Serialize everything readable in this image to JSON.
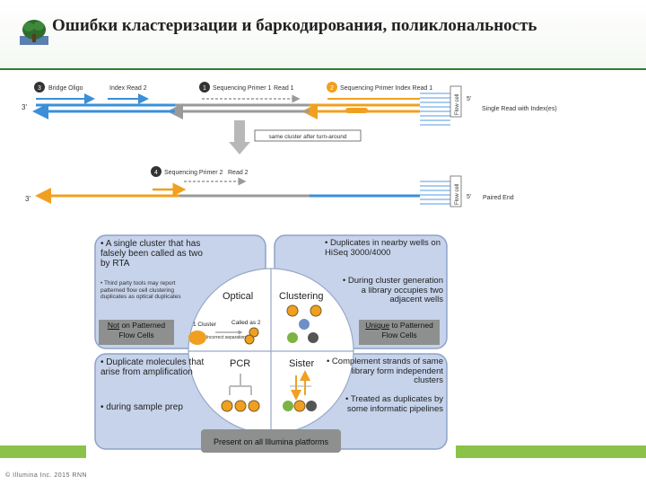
{
  "page": {
    "title": "Ошибки кластеризации и баркодирования, поликлональность",
    "footer": "© Illumina Inc. 2015 RNN"
  },
  "flow": {
    "top_labels": {
      "step3": "3",
      "bridge_oligo": "Bridge Oligo",
      "index_read2": "Index Read 2",
      "step1": "1",
      "seq_primer1": "Sequencing Primer 1",
      "read1": "Read 1",
      "step2": "2",
      "seq_primer_index1": "Sequencing Primer Index Read 1"
    },
    "end_3_top": "3'",
    "end_5_top": "5'",
    "flow_cell_top": "Flow cell",
    "single_read_label": "Single Read with Index(es)",
    "turnaround_label": "same cluster after turn-around",
    "bottom_labels": {
      "step4": "4",
      "seq_primer2": "Sequencing Primer 2",
      "read2": "Read 2"
    },
    "end_3_bottom": "3'",
    "end_5_bottom": "5'",
    "flow_cell_bottom": "Flow cell",
    "paired_end_label": "Paired End"
  },
  "quadrants": {
    "optical": {
      "bullet1": "• A single cluster that has falsely been called as two by RTA",
      "bullet2": "• Third party tools may report patterned flow cell clustering duplicates as optical duplicates",
      "badge_underline": "Not",
      "badge_rest": " on Patterned Flow Cells",
      "label": "Optical",
      "one_cluster": "1 Cluster",
      "called_as_2": "Called as 2",
      "incorrect_separation": "Incorrect separation"
    },
    "clustering": {
      "bullet1": "• Duplicates in nearby wells on HiSeq 3000/4000",
      "bullet2": "• During cluster generation a library occupies two adjacent wells",
      "badge_underline": "Unique",
      "badge_rest": " to Patterned Flow Cells",
      "label": "Clustering"
    },
    "pcr": {
      "bullet1": "• Duplicate molecules that arise from amplification",
      "bullet2": "• during sample prep",
      "label": "PCR"
    },
    "sister": {
      "bullet1": "• Complement strands of same library form independent clusters",
      "bullet2": "• Treated as duplicates by some informatic pipelines",
      "label": "Sister"
    },
    "bottom_badge": "Present on all Illumina platforms"
  },
  "colors": {
    "blue": "#3a8fd8",
    "orange": "#f0a020",
    "gray": "#9a9a9a",
    "panel": "#c6d3ea",
    "panel_border": "#8ea3c9",
    "badge": "#8e9090",
    "title_green": "#2f7d32"
  }
}
